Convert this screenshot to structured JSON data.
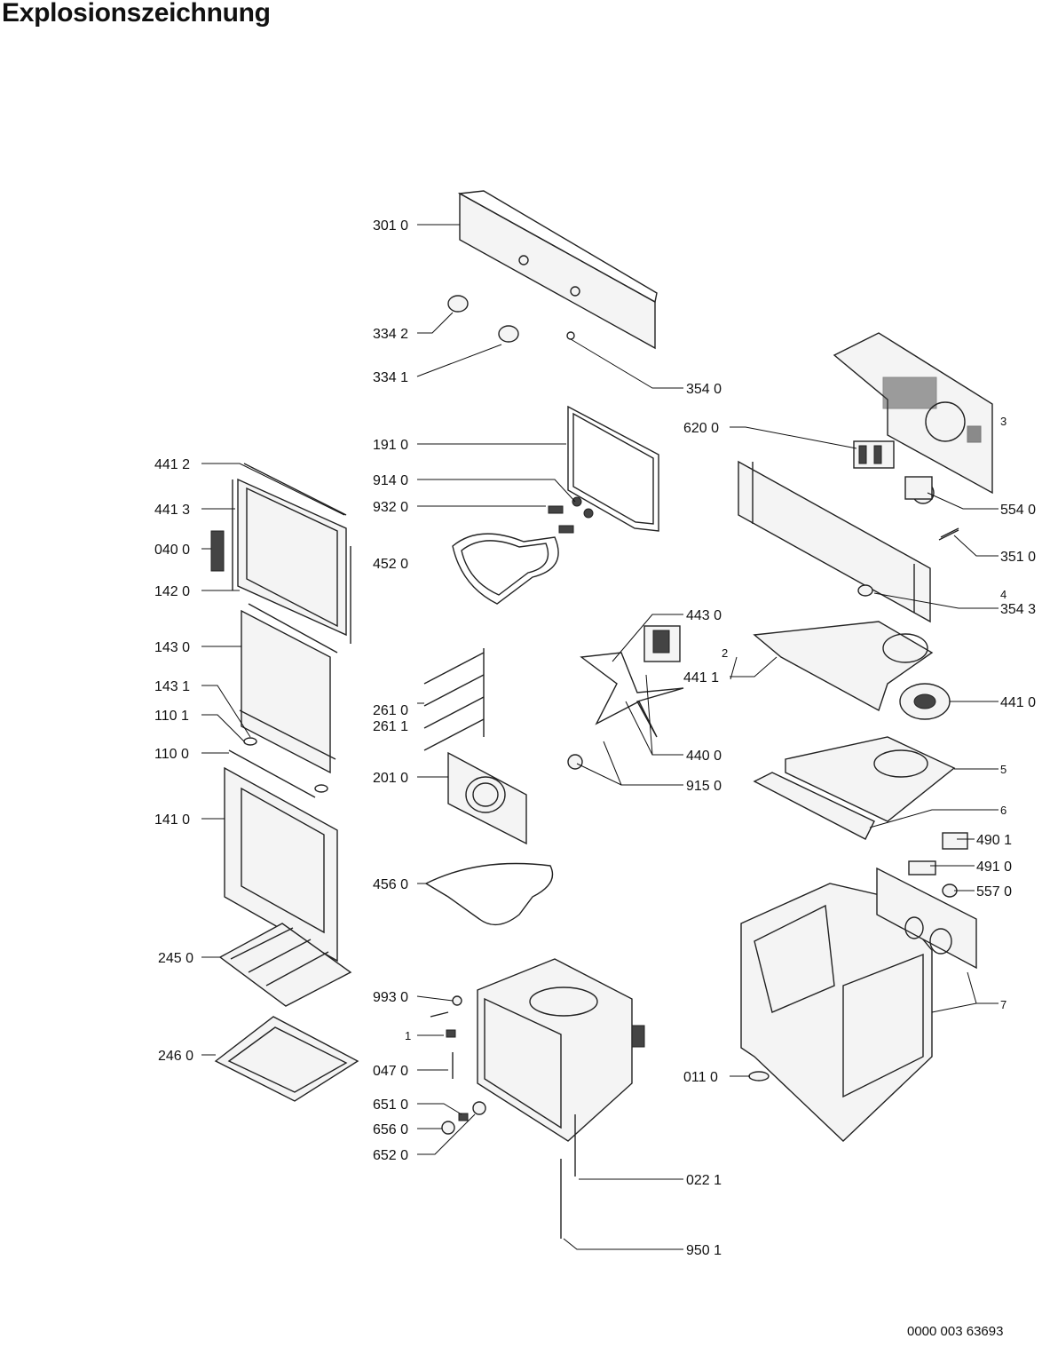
{
  "title": "Explosionszeichnung",
  "doc_number": "0000 003 63693",
  "labels": [
    "301 0",
    "334 2",
    "334 1",
    "354 0",
    "191 0",
    "914 0",
    "932 0",
    "452 0",
    "620 0",
    "554 0",
    "351 0",
    "354 3",
    "443 0",
    "441 1",
    "441 0",
    "440 0",
    "915 0",
    "441 2",
    "441 3",
    "040 0",
    "142 0",
    "143 0",
    "143 1",
    "110 1",
    "110 0",
    "141 0",
    "261 0",
    "261 1",
    "201 0",
    "456 0",
    "490 1",
    "491 0",
    "557 0",
    "245 0",
    "246 0",
    "993 0",
    "047 0",
    "651 0",
    "656 0",
    "652 0",
    "011 0",
    "022 1",
    "950 1",
    "1",
    "2",
    "3",
    "4",
    "5",
    "6",
    "7"
  ]
}
